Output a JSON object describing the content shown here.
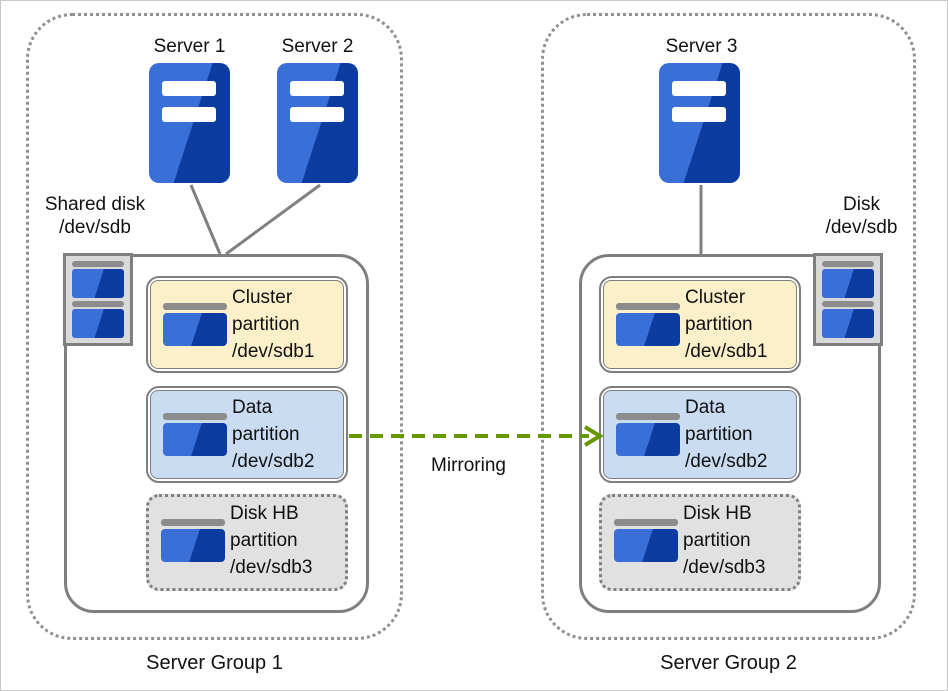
{
  "groups": [
    {
      "label": "Server Group 1",
      "servers": [
        {
          "name": "Server 1"
        },
        {
          "name": "Server 2"
        }
      ],
      "disk_label": {
        "line1": "Shared disk",
        "line2": "/dev/sdb"
      },
      "partitions": [
        {
          "line1": "Cluster",
          "line2": "partition",
          "line3": "/dev/sdb1",
          "fill": "#FCF0CB"
        },
        {
          "line1": "Data",
          "line2": "partition",
          "line3": "/dev/sdb2",
          "fill": "#C9DCF1"
        },
        {
          "line1": "Disk HB",
          "line2": "partition",
          "line3": "/dev/sdb3",
          "fill": "#E1E1E1"
        }
      ]
    },
    {
      "label": "Server Group 2",
      "servers": [
        {
          "name": "Server 3"
        }
      ],
      "disk_label": {
        "line1": "Disk",
        "line2": "/dev/sdb"
      },
      "partitions": [
        {
          "line1": "Cluster",
          "line2": "partition",
          "line3": "/dev/sdb1",
          "fill": "#FCF0CB"
        },
        {
          "line1": "Data",
          "line2": "partition",
          "line3": "/dev/sdb2",
          "fill": "#C9DCF1"
        },
        {
          "line1": "Disk HB",
          "line2": "partition",
          "line3": "/dev/sdb3",
          "fill": "#E1E1E1"
        }
      ]
    }
  ],
  "arrow": {
    "label": "Mirroring",
    "color": "#669900"
  },
  "colors": {
    "server_blue_light": "#3A6FD8",
    "server_blue_dark": "#0C3CA0",
    "border_gray": "#7F7F7F",
    "group_outline_gray": "#8F8F8F",
    "disk_tray_fill": "#D9D9D9",
    "disk_bar_gray": "#8C8C8C",
    "cluster_partition_fill": "#FCF0CB",
    "data_partition_fill": "#C9DCF1",
    "disk_hb_partition_fill": "#E1E1E1",
    "arrow_green": "#669900"
  }
}
